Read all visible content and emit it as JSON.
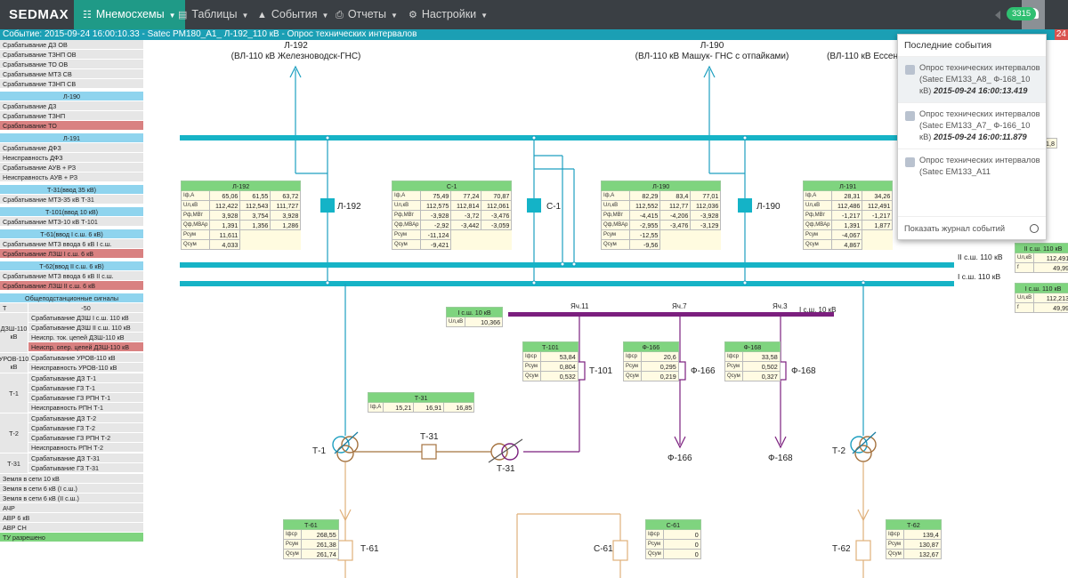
{
  "nav": {
    "brand": "SEDMAX",
    "items": [
      {
        "label": "Мнемосхемы",
        "icon": "sitemap-icon",
        "active": true
      },
      {
        "label": "Таблицы",
        "icon": "bar-chart-icon"
      },
      {
        "label": "События",
        "icon": "warning-icon"
      },
      {
        "label": "Отчеты",
        "icon": "print-icon"
      },
      {
        "label": "Настройки",
        "icon": "gear-icon"
      }
    ],
    "badge": "3315"
  },
  "event_bar": {
    "text": "Событие:  2015-09-24 16:00:10.33 - Satec PM180_A1_ Л-192_110 кВ - Опрос технических интервалов",
    "time": "24"
  },
  "notifications": {
    "title": "Последние события",
    "items": [
      {
        "text": "Опрос технических интервалов (Satec EM133_A8_ Ф-168_10 кВ)",
        "time": "2015-09-24 16:00:13.419"
      },
      {
        "text": "Опрос технических интервалов (Satec EM133_A7_ Ф-166_10 кВ)",
        "time": "2015-09-24 16:00:11.879"
      },
      {
        "text": "Опрос технических интервалов (Satec EM133_A11",
        "time": ""
      }
    ],
    "footer": "Показать журнал событий"
  },
  "left": {
    "top_rows": [
      {
        "t": "Срабатывание ДЗ ОВ",
        "s": "n"
      },
      {
        "t": "Срабатывание ТЗНП ОВ",
        "s": "n"
      },
      {
        "t": "Срабатывание ТО ОВ",
        "s": "n"
      },
      {
        "t": "Срабатывание МТЗ СВ",
        "s": "n"
      },
      {
        "t": "Срабатывание ТЗНП СВ",
        "s": "n"
      },
      {
        "t": "",
        "s": "sp"
      },
      {
        "t": "Л-190",
        "s": "h"
      },
      {
        "t": "Срабатывание ДЗ",
        "s": "n"
      },
      {
        "t": "Срабатывание ТЗНП",
        "s": "n"
      },
      {
        "t": "Срабатывание ТО",
        "s": "r"
      },
      {
        "t": "",
        "s": "sp"
      },
      {
        "t": "Л-191",
        "s": "h"
      },
      {
        "t": "Срабатывание ДФЗ",
        "s": "n"
      },
      {
        "t": "Неисправность ДФЗ",
        "s": "n"
      },
      {
        "t": "Срабатывание АУВ + РЗ",
        "s": "n"
      },
      {
        "t": "Неисправность АУВ + РЗ",
        "s": "n"
      },
      {
        "t": "",
        "s": "sp"
      },
      {
        "t": "Т-31(ввод 35 кВ)",
        "s": "h"
      },
      {
        "t": "Срабатывание МТЗ-35 кВ Т-31",
        "s": "n"
      },
      {
        "t": "",
        "s": "sp"
      },
      {
        "t": "Т-101(ввод 10 кВ)",
        "s": "h"
      },
      {
        "t": "Срабатывание МТЗ-10 кВ Т-101",
        "s": "n"
      },
      {
        "t": "",
        "s": "sp"
      },
      {
        "t": "Т-61(ввод I с.ш.  6 кВ)",
        "s": "h"
      },
      {
        "t": "Срабатывание МТЗ ввода 6 кВ I с.ш.",
        "s": "n"
      },
      {
        "t": "Срабатывание ЛЗШ I с.ш. 6 кВ",
        "s": "r"
      },
      {
        "t": "",
        "s": "sp"
      },
      {
        "t": "Т-62(ввод II с.ш.  6 кВ)",
        "s": "h"
      },
      {
        "t": "Срабатывание МТЗ ввода 6 кВ II с.ш.",
        "s": "n"
      },
      {
        "t": "Срабатывание ЛЗШ II с.ш. 6 кВ",
        "s": "r"
      },
      {
        "t": "",
        "s": "sp"
      },
      {
        "t": "Общеподстанционные сигналы",
        "s": "h"
      }
    ],
    "temp": {
      "k": "Т",
      "v": "-50"
    },
    "groups": [
      {
        "label": "ДЗШ-110 кВ",
        "items": [
          {
            "t": "Срабатывание ДЗШ I с.ш. 110 кВ",
            "s": "n"
          },
          {
            "t": "Срабатывание ДЗШ II с.ш. 110 кВ",
            "s": "n"
          },
          {
            "t": "Неиспр. ток. цепей ДЗШ-110 кВ",
            "s": "n"
          },
          {
            "t": "Неиспр. опер. цепей ДЗШ-110 кВ",
            "s": "r"
          }
        ]
      },
      {
        "label": "УРОВ-110 кВ",
        "items": [
          {
            "t": "Срабатывание УРОВ-110 кВ",
            "s": "n"
          },
          {
            "t": "Неисправность УРОВ-110 кВ",
            "s": "n"
          }
        ]
      },
      {
        "label": "Т-1",
        "items": [
          {
            "t": "Срабатывание ДЗ Т-1",
            "s": "n"
          },
          {
            "t": "Срабатывание ГЗ Т-1",
            "s": "n"
          },
          {
            "t": "Срабатывание ГЗ РПН Т-1",
            "s": "n"
          },
          {
            "t": "Неисправность РПН Т-1",
            "s": "n"
          }
        ]
      },
      {
        "label": "Т-2",
        "items": [
          {
            "t": "Срабатывание ДЗ Т-2",
            "s": "n"
          },
          {
            "t": "Срабатывание ГЗ Т-2",
            "s": "n"
          },
          {
            "t": "Срабатывание ГЗ РПН Т-2",
            "s": "n"
          },
          {
            "t": "Неисправность РПН Т-2",
            "s": "n"
          }
        ]
      },
      {
        "label": "Т-31",
        "items": [
          {
            "t": "Срабатывание ДЗ Т-31",
            "s": "n"
          },
          {
            "t": "Срабатывание ГЗ Т-31",
            "s": "n"
          }
        ]
      }
    ],
    "bottom_rows": [
      {
        "t": "Земля в сети 10 кВ",
        "s": "n"
      },
      {
        "t": "Земля в сети 6 кВ (I с.ш.)",
        "s": "n"
      },
      {
        "t": "Земля в сети 6 кВ (II с.ш.)",
        "s": "n"
      },
      {
        "t": "АЧР",
        "s": "n"
      },
      {
        "t": "АВР 6 кВ",
        "s": "n"
      },
      {
        "t": "АВР СН",
        "s": "n"
      },
      {
        "t": "ТУ разрешено",
        "s": "g"
      }
    ]
  },
  "labels": {
    "l192_name": "Л-192",
    "l192_desc": "(ВЛ-110 кВ Железноводск-ГНС)",
    "l190_name": "Л-190",
    "l190_desc": "(ВЛ-110 кВ Машук- ГНС с отпайками)",
    "l191_desc": "(ВЛ-110 кВ Ессен",
    "bus2": "II с.ш. 110 кВ",
    "bus1": "I с.ш. 110 кВ",
    "bus10": "I с.ш. 10 кВ",
    "ya11": "Яч.11",
    "ya7": "Яч.7",
    "ya3": "Яч.3",
    "sw_l192": "Л-192",
    "sw_c1": "С-1",
    "sw_l190": "Л-190",
    "t101": "Т-101",
    "f166": "Ф-166",
    "f168": "Ф-168",
    "t1": "Т-1",
    "t31": "Т-31",
    "t31b": "Т-31",
    "t2": "Т-2",
    "f166b": "Ф-166",
    "f168b": "Ф-168",
    "t61": "Т-61",
    "c61": "С-61",
    "t62": "Т-62"
  },
  "tables": {
    "l192": {
      "title": "Л-192",
      "rows": [
        [
          "Iф,А",
          [
            "65,06",
            "61,55",
            "63,72"
          ]
        ],
        [
          "Uл,кВ",
          [
            "112,422",
            "112,543",
            "111,727"
          ]
        ],
        [
          "Pф,МВт",
          [
            "3,928",
            "3,754",
            "3,928"
          ]
        ],
        [
          "Qф,МВАр",
          [
            "1,391",
            "1,356",
            "1,286"
          ]
        ],
        [
          "Pсум",
          [
            "11,611"
          ]
        ],
        [
          "Qсум",
          [
            "4,033"
          ]
        ]
      ]
    },
    "c1": {
      "title": "С-1",
      "rows": [
        [
          "Iф,А",
          [
            "75,49",
            "77,24",
            "70,87"
          ]
        ],
        [
          "Uл,кВ",
          [
            "112,575",
            "112,814",
            "112,061"
          ]
        ],
        [
          "Pф,МВт",
          [
            "-3,928",
            "-3,72",
            "-3,476"
          ]
        ],
        [
          "Qф,МВАр",
          [
            "-2,92",
            "-3,442",
            "-3,059"
          ]
        ],
        [
          "Pсум",
          [
            "-11,124"
          ]
        ],
        [
          "Qсум",
          [
            "-9,421"
          ]
        ]
      ]
    },
    "l190": {
      "title": "Л-190",
      "rows": [
        [
          "Iф,А",
          [
            "82,29",
            "83,4",
            "77,01"
          ]
        ],
        [
          "Uл,кВ",
          [
            "112,552",
            "112,77",
            "112,036"
          ]
        ],
        [
          "Pф,МВт",
          [
            "-4,415",
            "-4,206",
            "-3,928"
          ]
        ],
        [
          "Qф,МВАр",
          [
            "-2,955",
            "-3,476",
            "-3,129"
          ]
        ],
        [
          "Pсум",
          [
            "-12,55"
          ]
        ],
        [
          "Qсум",
          [
            "-9,56"
          ]
        ]
      ]
    },
    "l191": {
      "title": "Л-191",
      "rows": [
        [
          "Iф,А",
          [
            "28,31",
            "34,26"
          ]
        ],
        [
          "Uл,кВ",
          [
            "112,486",
            "112,491"
          ]
        ],
        [
          "Pф,МВт",
          [
            "-1,217",
            "-1,217"
          ]
        ],
        [
          "Qф,МВАр",
          [
            "1,391",
            "1,877"
          ]
        ],
        [
          "Pсум",
          [
            "-4,067"
          ]
        ],
        [
          "Qсум",
          [
            "4,867"
          ]
        ]
      ]
    },
    "bus10": {
      "title": "I с.ш. 10 кВ",
      "rows": [
        [
          "Uл,кВ",
          [
            "10,366"
          ]
        ]
      ]
    },
    "t101": {
      "title": "Т-101",
      "rows": [
        [
          "Iфср",
          [
            "53,84"
          ]
        ],
        [
          "Pсум",
          [
            "0,804"
          ]
        ],
        [
          "Qсум",
          [
            "0,532"
          ]
        ]
      ]
    },
    "f166": {
      "title": "Ф-166",
      "rows": [
        [
          "Iфср",
          [
            "20,6"
          ]
        ],
        [
          "Pсум",
          [
            "0,295"
          ]
        ],
        [
          "Qсум",
          [
            "0,219"
          ]
        ]
      ]
    },
    "f168": {
      "title": "Ф-168",
      "rows": [
        [
          "Iфср",
          [
            "33,58"
          ]
        ],
        [
          "Pсум",
          [
            "0,502"
          ]
        ],
        [
          "Qсум",
          [
            "0,327"
          ]
        ]
      ]
    },
    "t31": {
      "title": "Т-31",
      "rows": [
        [
          "Iф,А",
          [
            "15,21",
            "16,91",
            "16,85"
          ]
        ]
      ]
    },
    "t61": {
      "title": "Т-61",
      "rows": [
        [
          "Iфср",
          [
            "268,55"
          ]
        ],
        [
          "Pсум",
          [
            "261,38"
          ]
        ],
        [
          "Qсум",
          [
            "261,74"
          ]
        ]
      ]
    },
    "c61": {
      "title": "С-61",
      "rows": [
        [
          "Iфср",
          [
            "0"
          ]
        ],
        [
          "Pсум",
          [
            "0"
          ]
        ],
        [
          "Qсум",
          [
            "0"
          ]
        ]
      ]
    },
    "t62": {
      "title": "Т-62",
      "rows": [
        [
          "Iфср",
          [
            "139,4"
          ]
        ],
        [
          "Pсум",
          [
            "130,87"
          ]
        ],
        [
          "Qсум",
          [
            "132,67"
          ]
        ]
      ]
    },
    "r_top": {
      "title": "",
      "rows": [
        [
          "",
          [
            "1,8"
          ]
        ]
      ]
    },
    "bus2r": {
      "title": "II с.ш. 110 кВ",
      "rows": [
        [
          "Uл,кВ",
          [
            "112,491"
          ]
        ],
        [
          "f",
          [
            "49,99"
          ]
        ]
      ]
    },
    "bus1r": {
      "title": "I с.ш. 110 кВ",
      "rows": [
        [
          "Uл,кВ",
          [
            "112,213"
          ]
        ],
        [
          "f",
          [
            "49,99"
          ]
        ]
      ]
    }
  },
  "colors": {
    "bus110": "#16b3c6",
    "line110": "#1d9fc0",
    "bus10": "#7b1f7e",
    "feeder6": "#e0b07a",
    "brown": "#a5733f",
    "alarm": "#d98181",
    "ok": "#7fd47f"
  }
}
